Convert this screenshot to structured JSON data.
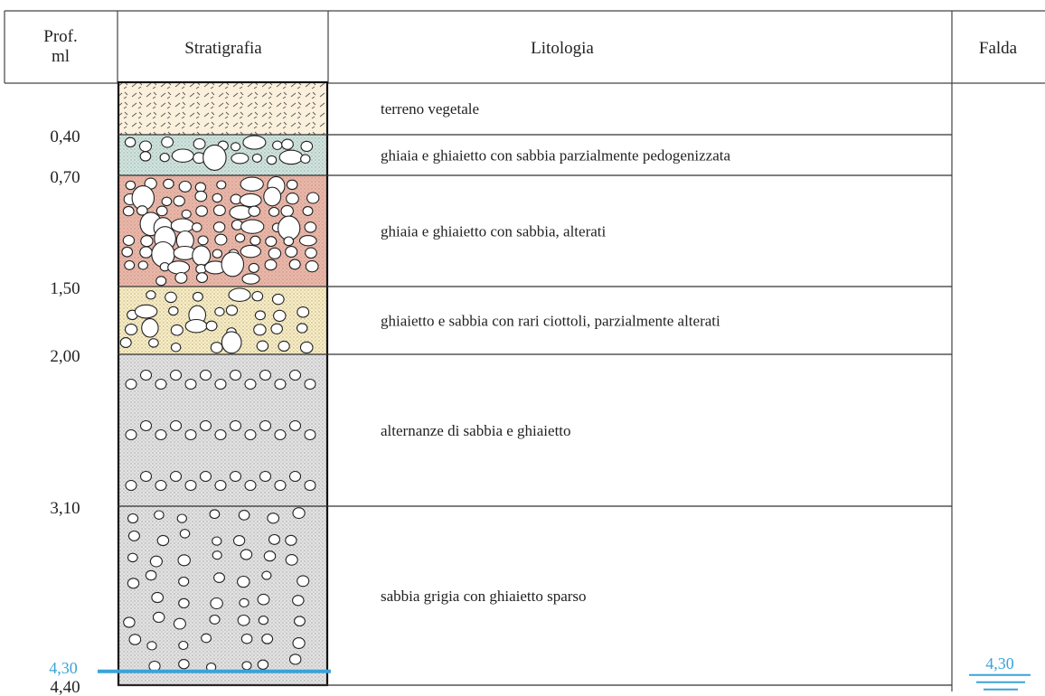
{
  "header": {
    "depth": [
      "Prof.",
      "ml"
    ],
    "strat": "Stratigrafia",
    "lith": "Litologia",
    "water": "Falda"
  },
  "layers": [
    {
      "top": 0.0,
      "bottom": 0.4,
      "depth_label": "0,40",
      "lithology": "terreno vegetale",
      "pattern": "vegetal",
      "fill": "#fbf0dc"
    },
    {
      "top": 0.4,
      "bottom": 0.7,
      "depth_label": "0,70",
      "lithology": "ghiaia e ghiaietto con sabbia parzialmente pedogenizzata",
      "pattern": "gravel-dense",
      "fill": "#cfe6df"
    },
    {
      "top": 0.7,
      "bottom": 1.5,
      "depth_label": "1,50",
      "lithology": "ghiaia e ghiaietto con sabbia, alterati",
      "pattern": "gravel-dense",
      "fill": "#f0b6a6"
    },
    {
      "top": 1.5,
      "bottom": 2.0,
      "depth_label": "2,00",
      "lithology": "ghiaietto e sabbia con rari ciottoli, parzialmente alterati",
      "pattern": "gravel-medium",
      "fill": "#fbeec0"
    },
    {
      "top": 2.0,
      "bottom": 3.1,
      "depth_label": "3,10",
      "lithology": "alternanze di sabbia e ghiaietto",
      "pattern": "gravel-rows",
      "fill": "#e3e3e3"
    },
    {
      "top": 3.1,
      "bottom": 4.4,
      "depth_label": "4,40",
      "lithology": "sabbia grigia con ghiaietto sparso",
      "pattern": "sand-scattered",
      "fill": "#e3e3e3"
    }
  ],
  "water_table": {
    "depth": 4.3,
    "label": "4,30",
    "color": "#3aa3d8"
  },
  "colors": {
    "line": "#222222",
    "water": "#3aa3d8"
  }
}
